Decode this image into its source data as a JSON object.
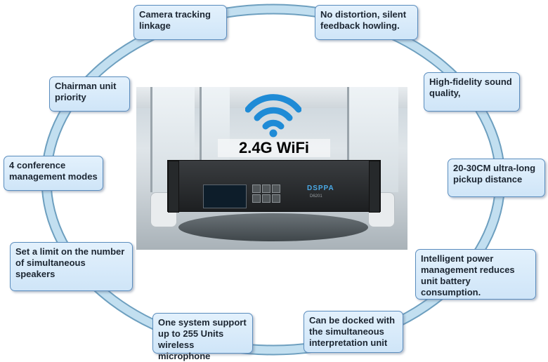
{
  "center": {
    "wifi_label": "2.4G WiFi",
    "device_brand": "DSPPA",
    "device_model": "D6201"
  },
  "features": [
    "Camera tracking linkage",
    "No distortion, silent feedback howling.",
    "Chairman unit priority",
    "High-fidelity sound quality,",
    "4 conference management modes",
    "20-30CM ultra-long pickup distance",
    "Set a limit on the number of simultaneous speakers",
    "Intelligent power management reduces unit battery consumption.",
    "One system support up to 255 Units wireless microphone",
    "Can be docked with the simultaneous interpretation unit"
  ],
  "colors": {
    "ring": "#a8cde3",
    "ring_edge": "#6d9fbf",
    "box_border": "#5b8dbe",
    "wifi": "#1f8bd6"
  }
}
